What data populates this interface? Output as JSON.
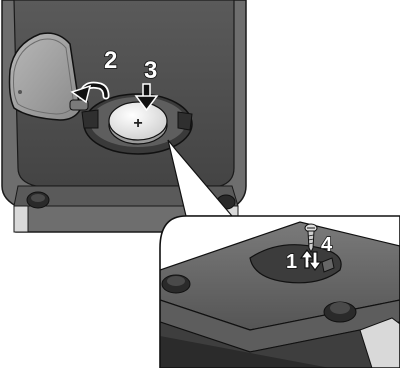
{
  "steps": [
    {
      "number": "2",
      "action": "rotate-open"
    },
    {
      "number": "3",
      "action": "press-down"
    },
    {
      "number": "1",
      "action": "unscrew"
    },
    {
      "number": "4",
      "action": "screw"
    }
  ],
  "battery": {
    "polarity": "+"
  },
  "colors": {
    "body_dark": "#4b4b4b",
    "body_mid": "#6a6a6a",
    "body_light": "#8a8a8a",
    "cover": "#9a9a9a",
    "battery": "#e9e9e9",
    "outline": "#1a1a1a",
    "label_fill": "#ffffff",
    "label_stroke": "#111111"
  },
  "icons": [
    "rotate-arrow-icon",
    "down-arrow-icon",
    "up-down-arrows-icon",
    "screw-icon"
  ]
}
